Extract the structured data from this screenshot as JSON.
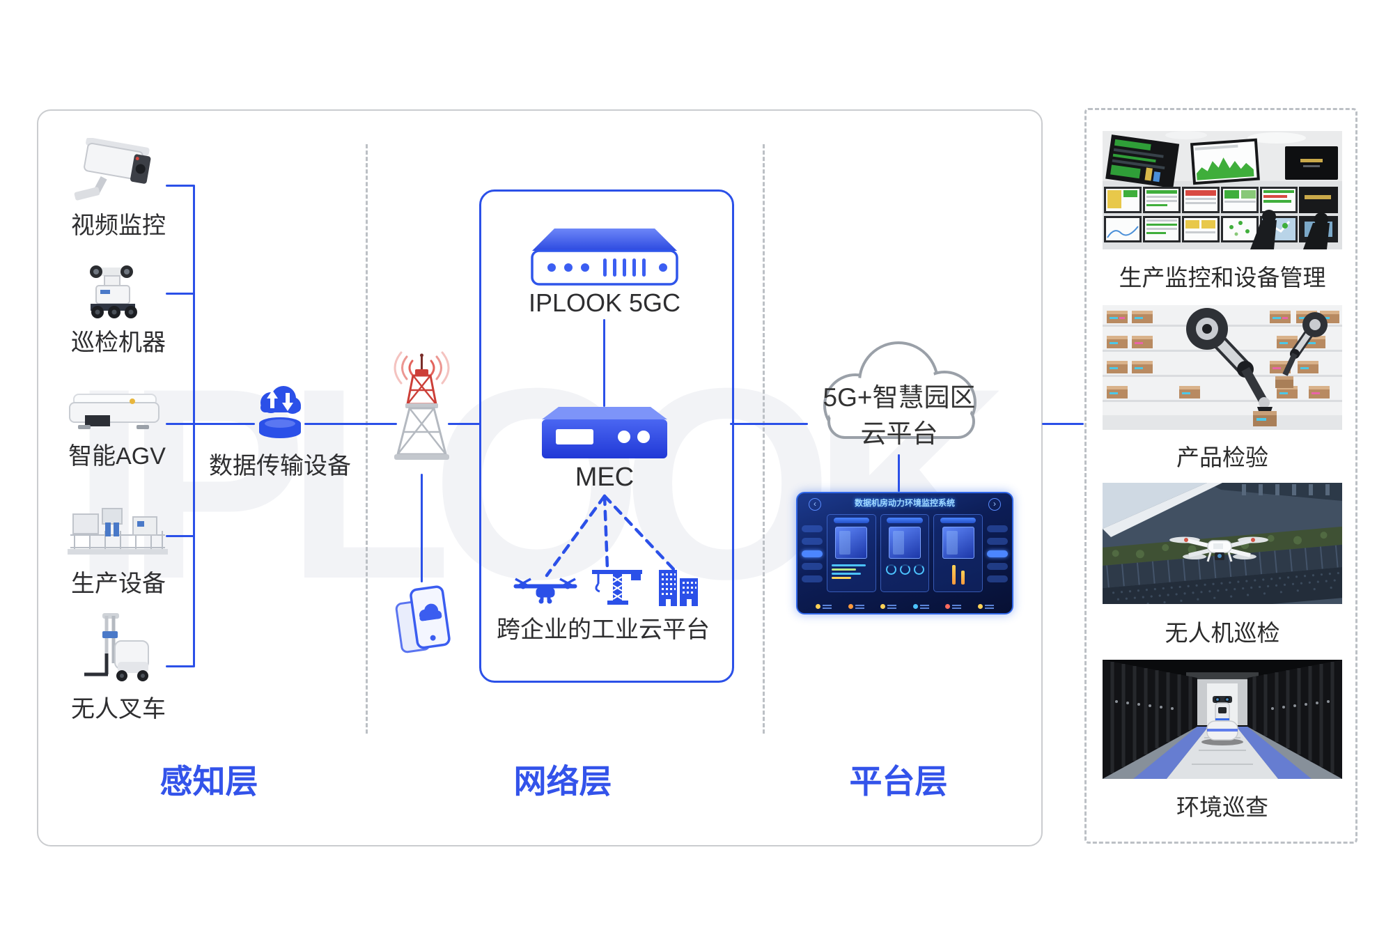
{
  "watermark": "IPLOOK",
  "colors": {
    "accent_blue": "#2b50e8",
    "layer_label_blue": "#3353ea",
    "tower_red": "#d0433c",
    "panel_border_gray": "#cacccf",
    "dashed_gray": "#bcc0c5"
  },
  "perception": {
    "layer_label": "感知层",
    "devices": [
      {
        "label": "视频监控",
        "icon": "cctv-camera-icon"
      },
      {
        "label": "巡检机器",
        "icon": "inspection-robot-icon"
      },
      {
        "label": "智能AGV",
        "icon": "agv-icon"
      },
      {
        "label": "生产设备",
        "icon": "production-equipment-icon"
      },
      {
        "label": "无人叉车",
        "icon": "forklift-icon"
      }
    ],
    "transmission": {
      "label": "数据传输设备",
      "icon": "data-transmission-cloud-icon"
    }
  },
  "network": {
    "layer_label": "网络层",
    "core": {
      "label": "IPLOOK 5GC",
      "icon": "core-network-server-icon"
    },
    "mec": {
      "label": "MEC",
      "icon": "mec-device-icon"
    },
    "industry_cloud": {
      "label": "跨企业的工业云平台"
    }
  },
  "platform": {
    "layer_label": "平台层",
    "cloud": {
      "line1": "5G+智慧园区",
      "line2": "云平台"
    },
    "dashboard": {
      "title": "数据机房动力环境监控系统"
    }
  },
  "sidebar": {
    "items": [
      {
        "caption": "生产监控和设备管理",
        "image": "control-room-image"
      },
      {
        "caption": "产品检验",
        "image": "product-inspection-image"
      },
      {
        "caption": "无人机巡检",
        "image": "drone-patrol-image"
      },
      {
        "caption": "环境巡查",
        "image": "datacenter-robot-image"
      }
    ]
  }
}
